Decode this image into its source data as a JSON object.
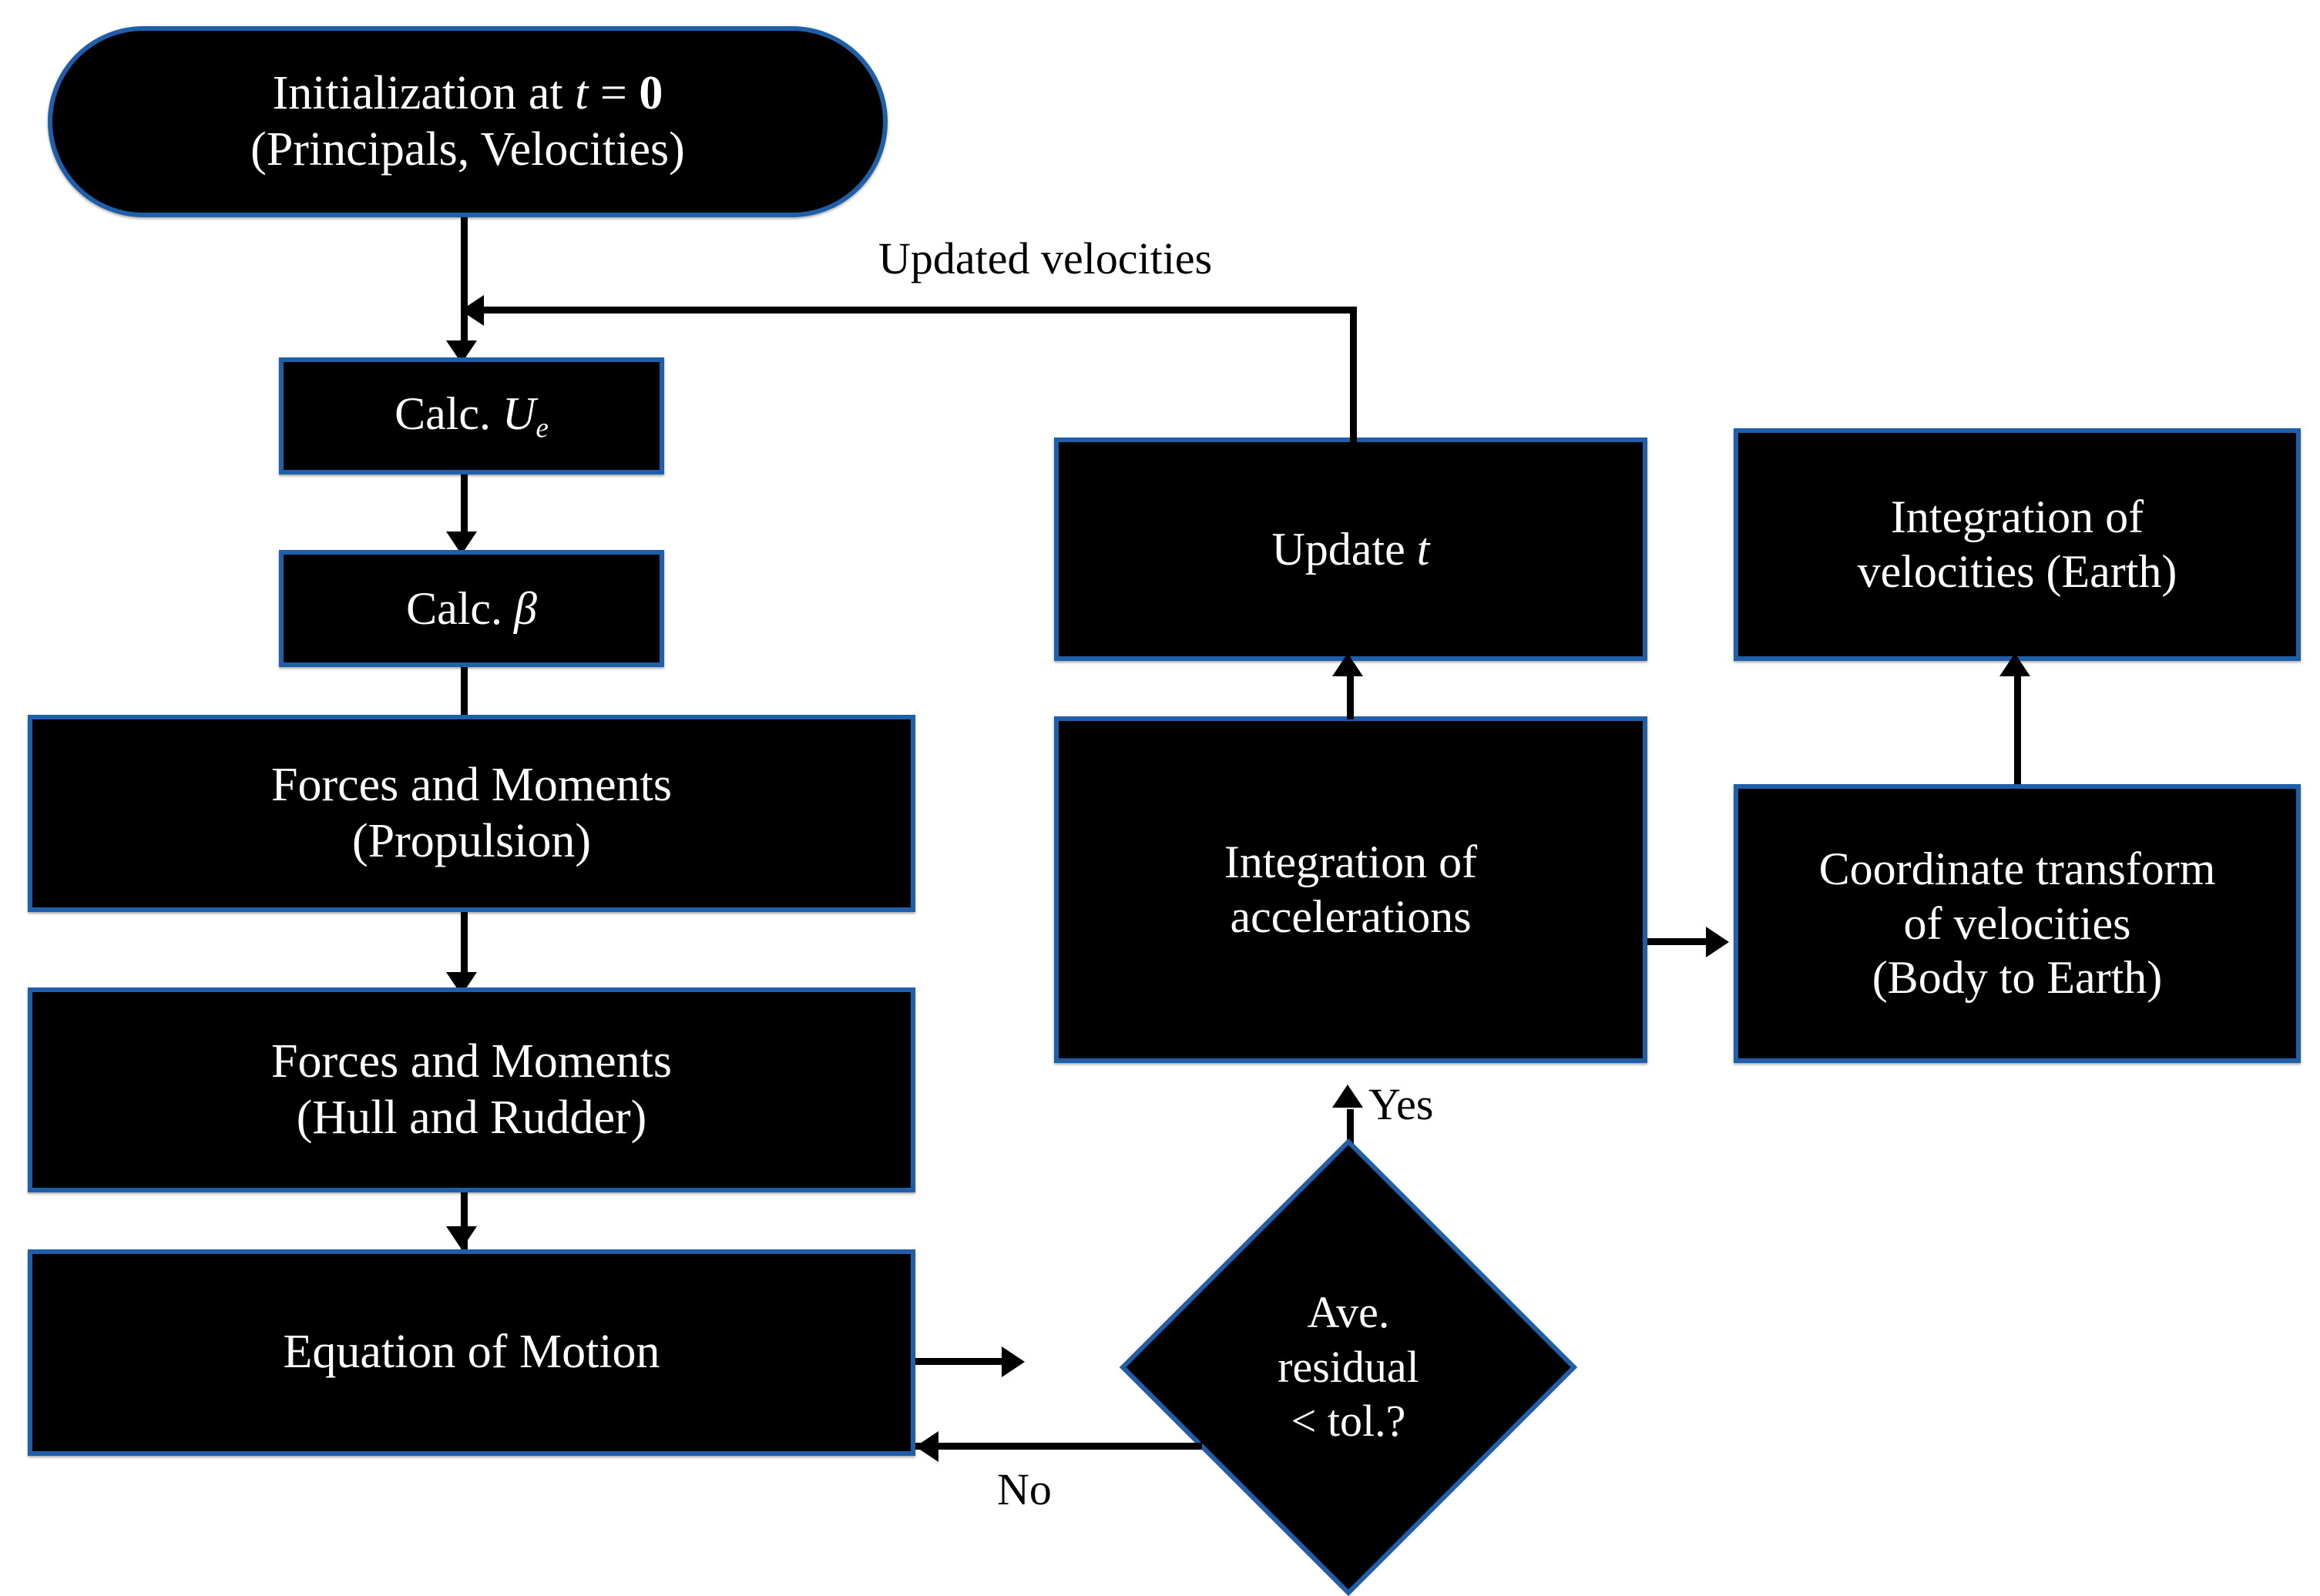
{
  "diagram": {
    "title": "Ship maneuvering simulation flowchart",
    "style": {
      "node_fill": "#000000",
      "node_border": "#1f5fa9",
      "node_text": "#ffffff",
      "background": "#ffffff",
      "connector": "#000000",
      "edge_label_text": "#000000"
    },
    "nodes": {
      "start": {
        "shape": "rounded-rectangle",
        "line1_prefix": "Initialization at ",
        "line1_var": "t",
        "line1_eq": " = ",
        "line1_value": "0",
        "line2": "(Principals, Velocities)"
      },
      "calc_ue": {
        "shape": "rectangle",
        "prefix": "Calc. ",
        "symbol": "U",
        "subscript": "e"
      },
      "calc_beta": {
        "shape": "rectangle",
        "prefix": "Calc. ",
        "symbol": "β"
      },
      "forces_propulsion": {
        "shape": "rectangle",
        "line1": "Forces and Moments",
        "line2": "(Propulsion)"
      },
      "forces_hull_rudder": {
        "shape": "rectangle",
        "line1": "Forces and Moments",
        "line2": "(Hull and Rudder)"
      },
      "equation_of_motion": {
        "shape": "rectangle",
        "line1": "Equation of Motion"
      },
      "decision_residual": {
        "shape": "diamond",
        "line1": "Ave.",
        "line2": "residual",
        "line3": "< tol.?"
      },
      "integration_accelerations": {
        "shape": "rectangle",
        "line1": "Integration of",
        "line2": "accelerations"
      },
      "update_t": {
        "shape": "rectangle",
        "prefix": "Update ",
        "symbol": "t"
      },
      "coordinate_transform": {
        "shape": "rectangle",
        "line1": "Coordinate transform",
        "line2": "of velocities",
        "line3": "(Body to Earth)"
      },
      "integration_velocities": {
        "shape": "rectangle",
        "line1": "Integration of",
        "line2": "velocities (Earth)"
      }
    },
    "edge_labels": {
      "updated_velocities": "Updated velocities",
      "yes": "Yes",
      "no": "No"
    },
    "flow": [
      {
        "from": "start",
        "to": "calc_ue",
        "label": ""
      },
      {
        "from": "calc_ue",
        "to": "calc_beta",
        "label": ""
      },
      {
        "from": "calc_beta",
        "to": "forces_propulsion",
        "label": ""
      },
      {
        "from": "forces_propulsion",
        "to": "forces_hull_rudder",
        "label": ""
      },
      {
        "from": "forces_hull_rudder",
        "to": "equation_of_motion",
        "label": ""
      },
      {
        "from": "equation_of_motion",
        "to": "decision_residual",
        "label": ""
      },
      {
        "from": "decision_residual",
        "to": "equation_of_motion",
        "label": "No"
      },
      {
        "from": "decision_residual",
        "to": "integration_accelerations",
        "label": "Yes"
      },
      {
        "from": "integration_accelerations",
        "to": "update_t",
        "label": ""
      },
      {
        "from": "integration_accelerations",
        "to": "coordinate_transform",
        "label": ""
      },
      {
        "from": "coordinate_transform",
        "to": "integration_velocities",
        "label": ""
      },
      {
        "from": "update_t",
        "to": "calc_ue",
        "label": "Updated velocities"
      }
    ]
  }
}
